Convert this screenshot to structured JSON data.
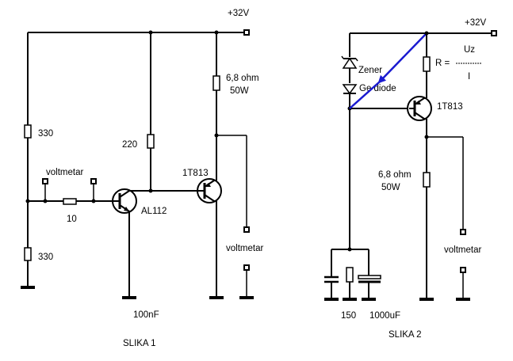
{
  "supply": {
    "label": "+32V"
  },
  "circuit1": {
    "caption": "SLIKA 1",
    "r_top": "330",
    "r_bottom": "330",
    "r_base": "220",
    "r_series": "10",
    "r_load": "6,8 ohm",
    "r_load_power": "50W",
    "q_driver": "AL112",
    "q_power": "1T813",
    "meter1": "voltmetar",
    "meter2": "voltmetar",
    "capacitor": "100nF"
  },
  "circuit2": {
    "caption": "SLIKA 2",
    "zener": "Zener",
    "ge_diode": "Ge diode",
    "formula_lhs": "R = ",
    "formula_num": "Uz",
    "formula_den": "I",
    "q_power": "1T813",
    "r_load": "6,8 ohm",
    "r_load_power": "50W",
    "r_base": "150",
    "capacitor": "1000uF",
    "meter": "voltmetar"
  },
  "colors": {
    "wire": "#000000",
    "arrow": "#1a1ad0",
    "background": "#ffffff"
  }
}
